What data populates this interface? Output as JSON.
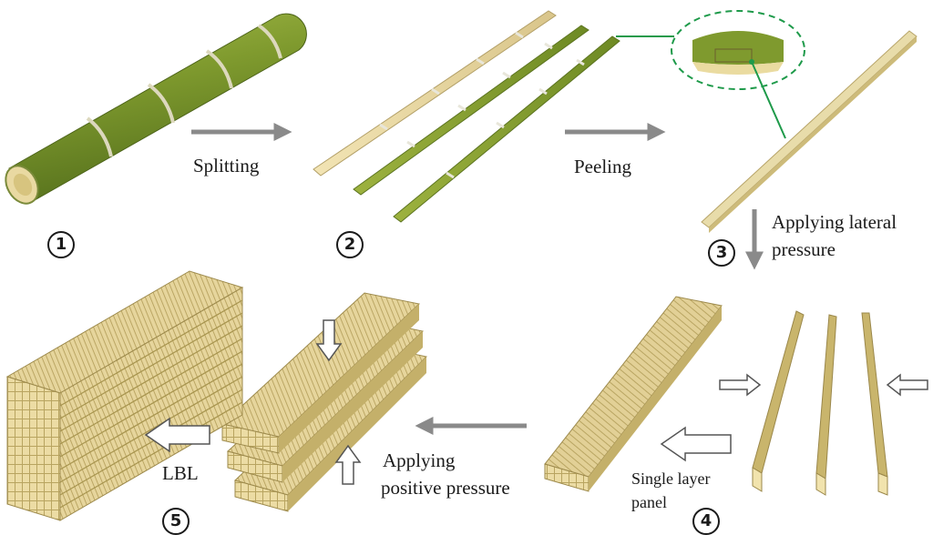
{
  "labels": {
    "splitting": "Splitting",
    "peeling": "Peeling",
    "applying_lateral_1": "Applying lateral",
    "applying_lateral_2": "pressure",
    "applying_positive_1": "Applying",
    "applying_positive_2": "positive pressure",
    "single_layer_1": "Single layer",
    "single_layer_2": "panel",
    "lbl": "LBL"
  },
  "steps": [
    "1",
    "2",
    "3",
    "4",
    "5"
  ],
  "colors": {
    "bamboo_green": "#7f9a2e",
    "bamboo_dark": "#5d7420",
    "bamboo_light": "#a3b84a",
    "node_ring": "#d8d4b8",
    "strip_yellow": "#ecdca8",
    "wood_face": "#e4d49a",
    "wood_edge": "#c9b56e",
    "arrow_gray": "#8a8a8a",
    "callout_green": "#1e9a4a"
  }
}
